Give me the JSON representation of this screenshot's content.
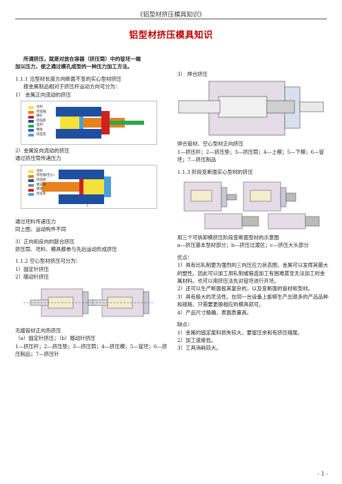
{
  "header": "《铝型材挤压模具知识》",
  "title": "铝型材挤压模具知识",
  "left": {
    "intro1": "所谓挤压，就是对放在容器（挤压筒）中的锭坯一端",
    "intro2": "加以压力，使之通过模孔成型的一种压力加工方法。",
    "s111": "1.1.1  沿型材长度方向断面不变的实心型材挤压",
    "s111b": "按金属制品相对于挤压杆运动方向可分为：",
    "item1": "1）  金属正向流动的挤压",
    "fig1_legend": [
      "坯料",
      "挤压轴",
      "模孔",
      "挤压筒",
      "型材",
      "模具",
      "挤压垫"
    ],
    "item2": "2）金属反向流动的挤压",
    "item2b": "通过挤压筒传递压力",
    "fig2_legend": [
      "坯料",
      "挤压轴(空心)",
      "挤压筒",
      "模支承",
      "模具",
      "挤压垫"
    ],
    "t1": "通过坯料传递压力",
    "t2": "同上图，运动构件不同",
    "item3": "3）正向和反向的联合挤压",
    "item3b": "挤压筒、坯料、模具都参与先后运动形成挤压",
    "s112": "1.1.2  空心型材挤压可分为：",
    "s112a": "1）固定针挤压",
    "s112b": "2）随动针挤压",
    "cap1": "无缝管材正向热挤压",
    "cap2": "（a）固定针挤压；（b）随动针挤压",
    "cap3": "1—挤压杆；2—挤压垫；3—挤压筒；4—挤压模；5—锭坯；6—挤压制品；7—挤压针"
  },
  "right": {
    "item3": "3）  焊合挤压",
    "cap1": "焊合管材、空心型材正向挤压",
    "cap2": "1—挤压杆；2—挤压垫；3—挤压筒；4—上模；5—下模；6—锭坯；7—挤压制品",
    "s113": "1.1.3  阶段变断面实心型材的挤压",
    "cap3": "用三个可拆卸模挤压阶段变断面型材的示意图",
    "cap4": "a—挤压基本型材部分；b—挤压过渡区；c—挤压大头部分",
    "adv": "优点：",
    "adv1": "1）具有比轧制更为强烈的三向压应力状态图，金属可以发挥其最大的塑性。因此可以加工用轧制或锻造加工有困难甚至无法加工的金属材料。也可以用挤压法先对锭坯进行开坯。",
    "adv2": "2）还可以生产断面极其复杂的，以及变断面的管材和型材。",
    "adv3": "3）具有极大的灵活性。在同一台设备上能够生产出很多的产品品种和规格，只需要更换相应的模具就可。",
    "adv4": "4）产品尺寸精确，表面质量高。",
    "dis": "缺点：",
    "dis1": "1）金属的固定废料损失较大，要留压余和有挤压缩尾。",
    "dis2": "2）加工速度低。",
    "dis3": "3）工具消耗较大。"
  },
  "page_number": "- 1 -",
  "colors": {
    "title": "#c00000",
    "billet": "#f4e23a",
    "ram": "#e8821e",
    "die": "#d02020",
    "container": "#1e4fa0",
    "profile": "#2ea84a",
    "pad": "#4aa0d8",
    "steel": "#8a8a8a"
  }
}
